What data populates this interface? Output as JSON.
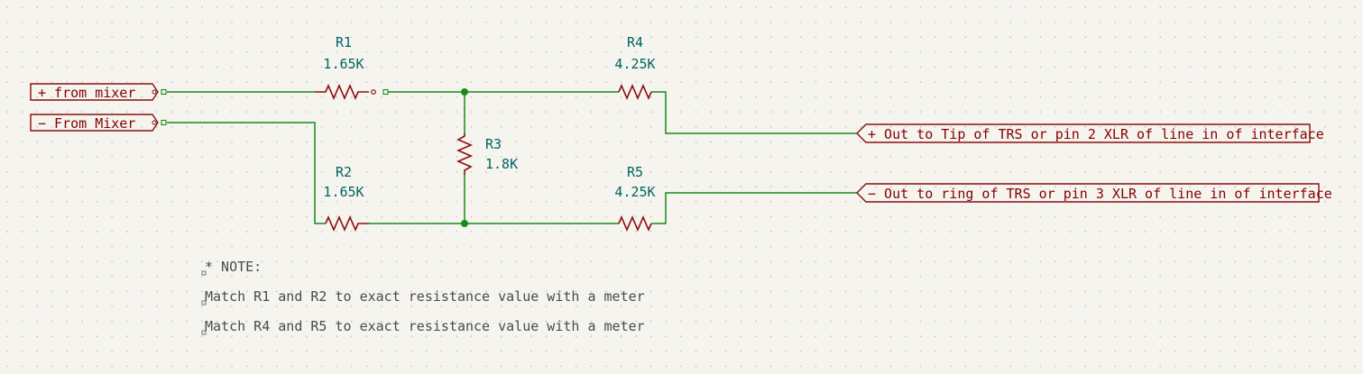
{
  "colors": {
    "background": "#f5f4ef",
    "grid_dot": "#c8c8c0",
    "wire": "#1a8a1a",
    "component": "#8a1010",
    "reference_text": "#006464",
    "port_text": "#840000",
    "note_text": "#4a4a4a",
    "junction": "#1a8a1a"
  },
  "ports": {
    "in_plus": "+ from mixer",
    "in_minus": "− From Mixer",
    "out_plus": "+ Out to Tip of TRS or pin 2 XLR of line in of interface",
    "out_minus": "− Out to ring of TRS or pin 3 XLR of line in of interface"
  },
  "components": {
    "r1": {
      "ref": "R1",
      "value": "1.65K"
    },
    "r2": {
      "ref": "R2",
      "value": "1.65K"
    },
    "r3": {
      "ref": "R3",
      "value": "1.8K"
    },
    "r4": {
      "ref": "R4",
      "value": "4.25K"
    },
    "r5": {
      "ref": "R5",
      "value": "4.25K"
    }
  },
  "notes": {
    "heading": "* NOTE:",
    "line1": "Match R1 and R2 to exact resistance value with a meter",
    "line2": "Match R4 and R5 to exact resistance value with a meter"
  }
}
